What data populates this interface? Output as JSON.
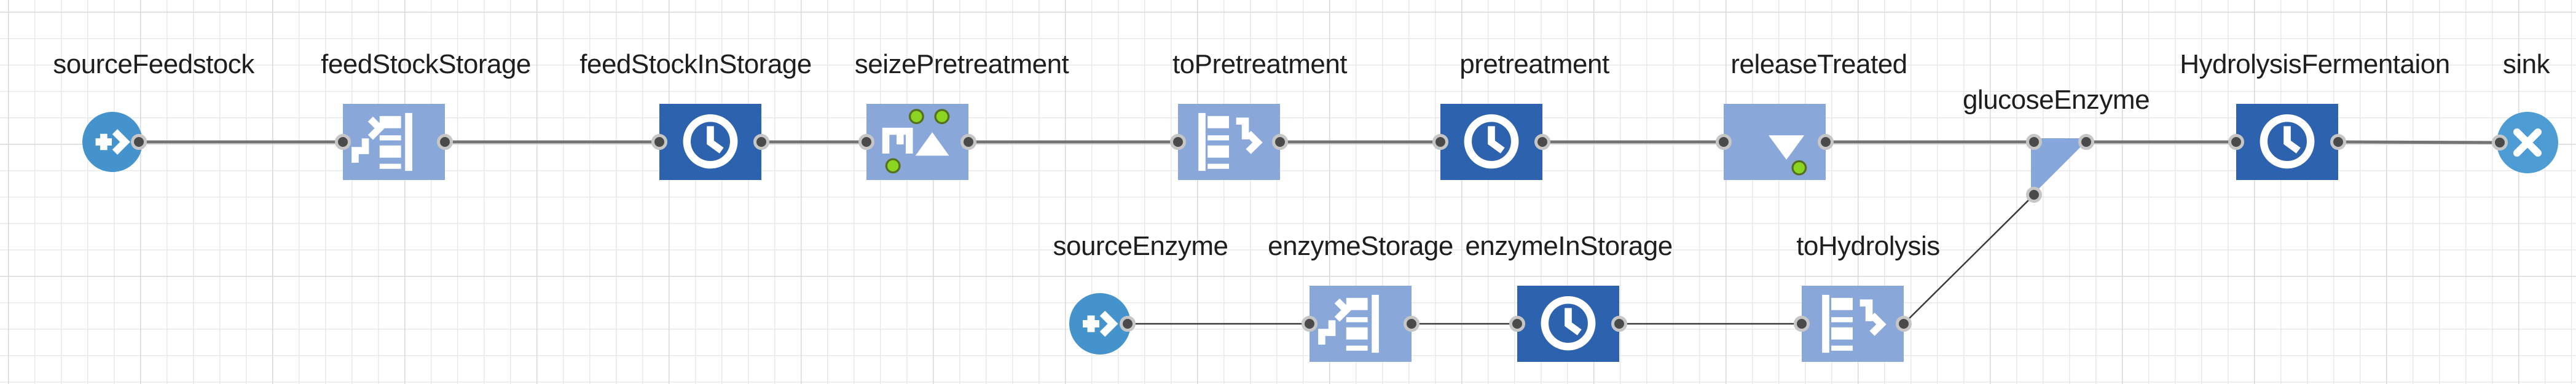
{
  "diagram": {
    "kind": "process-flowchart",
    "tool_style": "simulation model editor canvas",
    "grid": {
      "minor_color": "#e9e9e9",
      "major_color": "#d9d9d9",
      "background": "#ffffff"
    },
    "palette": {
      "block_dark_blue": "#2D63AE",
      "block_light_blue": "#8AA7DA",
      "triangle_blue": "#85A7DC",
      "source_circle_blue": "#4493CC",
      "sink_circle_blue": "#4E9CD4",
      "green_dot": "#8BD41F",
      "port_fill": "#4A4A4A",
      "port_ring": "#C6C6C6",
      "connector_thick": "#747474",
      "connector_thin": "#3A3A3A",
      "label_color": "#1E1E1E"
    }
  },
  "nodes": [
    {
      "label": "sourceFeedstock",
      "kind": "source",
      "icon": "source-icon",
      "row": "top"
    },
    {
      "label": "feedStockStorage",
      "kind": "store",
      "icon": "store-icon",
      "row": "top"
    },
    {
      "label": "feedStockInStorage",
      "kind": "delay",
      "icon": "clock-icon",
      "row": "top"
    },
    {
      "label": "seizePretreatment",
      "kind": "seize",
      "icon": "seize-icon",
      "row": "top"
    },
    {
      "label": "toPretreatment",
      "kind": "retrieve",
      "icon": "retrieve-icon",
      "row": "top"
    },
    {
      "label": "pretreatment",
      "kind": "delay",
      "icon": "clock-icon",
      "row": "top"
    },
    {
      "label": "releaseTreated",
      "kind": "release",
      "icon": "release-icon",
      "row": "top"
    },
    {
      "label": "glucoseEnzyme",
      "kind": "combine",
      "icon": "triangle-shape",
      "row": "top"
    },
    {
      "label": "HydrolysisFermentaion",
      "kind": "delay",
      "icon": "clock-icon",
      "row": "top"
    },
    {
      "label": "sink",
      "kind": "sink",
      "icon": "sink-icon",
      "row": "top"
    },
    {
      "label": "sourceEnzyme",
      "kind": "source",
      "icon": "source-icon",
      "row": "bottom"
    },
    {
      "label": "enzymeStorage",
      "kind": "store",
      "icon": "store-icon",
      "row": "bottom"
    },
    {
      "label": "enzymeInStorage",
      "kind": "delay",
      "icon": "clock-icon",
      "row": "bottom"
    },
    {
      "label": "toHydrolysis",
      "kind": "retrieve",
      "icon": "retrieve-icon",
      "row": "bottom"
    }
  ],
  "flows": [
    "sourceFeedstock > feedStockStorage > feedStockInStorage > seizePretreatment > toPretreatment > pretreatment > releaseTreated > glucoseEnzyme > HydrolysisFermentaion > sink",
    "sourceEnzyme > enzymeStorage > enzymeInStorage > toHydrolysis > glucoseEnzyme"
  ]
}
